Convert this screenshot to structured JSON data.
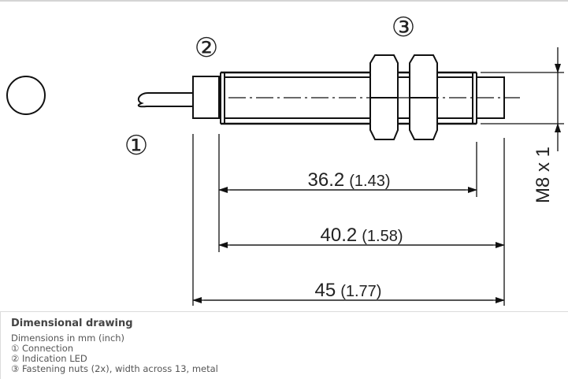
{
  "drawing": {
    "callouts": [
      "①",
      "②",
      "③"
    ],
    "dimensions": [
      {
        "value": "36.2",
        "inch": "(1.43)"
      },
      {
        "value": "40.2",
        "inch": "(1.58)"
      },
      {
        "value": "45",
        "inch": "(1.77)"
      }
    ],
    "thread_label": "M8 x 1"
  },
  "caption": {
    "title": "Dimensional drawing",
    "lines": [
      "Dimensions in mm (inch)",
      "① Connection",
      "② Indication LED",
      "③ Fastening nuts (2x), width across 13, metal"
    ]
  }
}
